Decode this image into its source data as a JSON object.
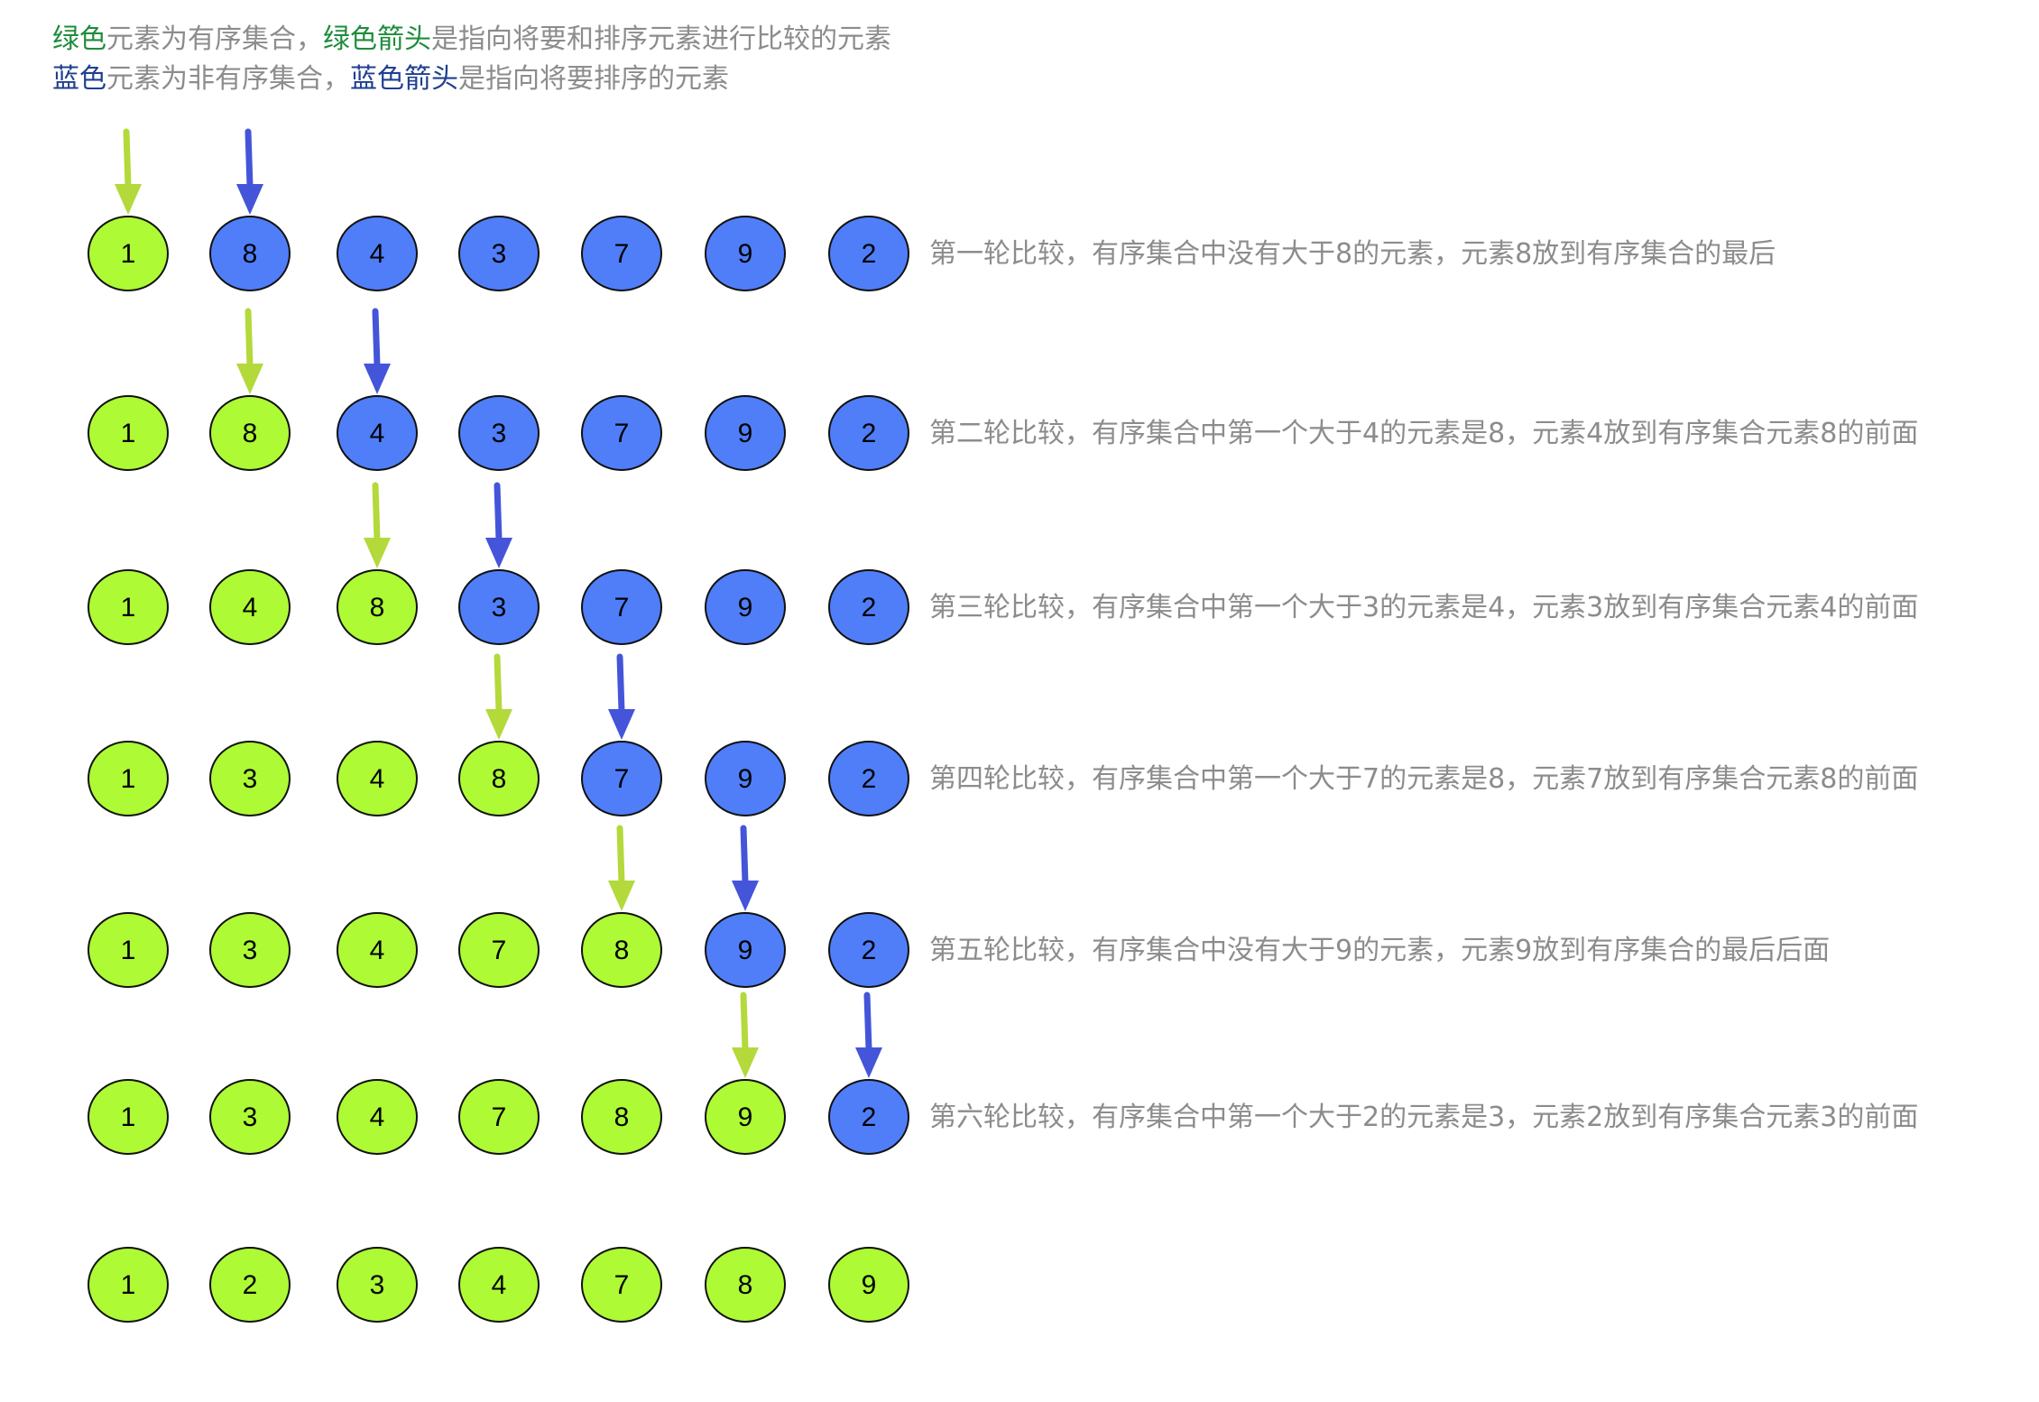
{
  "legend": {
    "line1": {
      "part1": "绿色",
      "part2": "元素为有序集合，",
      "part3": "绿色箭头",
      "part4": "是指向将要和排序元素进行比较的元素"
    },
    "line2": {
      "part1": "蓝色",
      "part2": "元素为非有序集合，",
      "part3": "蓝色箭头",
      "part4": "是指向将要排序的元素"
    }
  },
  "colors": {
    "sorted_fill": "#adfa35",
    "unsorted_fill": "#4f7ef8",
    "green_arrow": "#b3d93b",
    "blue_arrow": "#4455d9",
    "node_border": "#111111",
    "caption_text": "#8c8c8c",
    "legend_green": "#1f8c3c",
    "legend_blue": "#1f3f8f"
  },
  "rounds": [
    {
      "values": [
        1,
        8,
        4,
        3,
        7,
        9,
        2
      ],
      "sorted_count": 1,
      "green_arrow_index": 0,
      "blue_arrow_index": 1,
      "caption": "第一轮比较，有序集合中没有大于8的元素，元素8放到有序集合的最后"
    },
    {
      "values": [
        1,
        8,
        4,
        3,
        7,
        9,
        2
      ],
      "sorted_count": 2,
      "green_arrow_index": 1,
      "blue_arrow_index": 2,
      "caption": "第二轮比较，有序集合中第一个大于4的元素是8，元素4放到有序集合元素8的前面"
    },
    {
      "values": [
        1,
        4,
        8,
        3,
        7,
        9,
        2
      ],
      "sorted_count": 3,
      "green_arrow_index": 2,
      "blue_arrow_index": 3,
      "caption": "第三轮比较，有序集合中第一个大于3的元素是4，元素3放到有序集合元素4的前面"
    },
    {
      "values": [
        1,
        3,
        4,
        8,
        7,
        9,
        2
      ],
      "sorted_count": 4,
      "green_arrow_index": 3,
      "blue_arrow_index": 4,
      "caption": "第四轮比较，有序集合中第一个大于7的元素是8，元素7放到有序集合元素8的前面"
    },
    {
      "values": [
        1,
        3,
        4,
        7,
        8,
        9,
        2
      ],
      "sorted_count": 5,
      "green_arrow_index": 4,
      "blue_arrow_index": 5,
      "caption": "第五轮比较，有序集合中没有大于9的元素，元素9放到有序集合的最后后面"
    },
    {
      "values": [
        1,
        3,
        4,
        7,
        8,
        9,
        2
      ],
      "sorted_count": 6,
      "green_arrow_index": 5,
      "blue_arrow_index": 6,
      "caption": "第六轮比较，有序集合中第一个大于2的元素是3，元素2放到有序集合元素3的前面"
    },
    {
      "values": [
        1,
        2,
        3,
        4,
        7,
        8,
        9
      ],
      "sorted_count": 7,
      "caption": ""
    }
  ]
}
